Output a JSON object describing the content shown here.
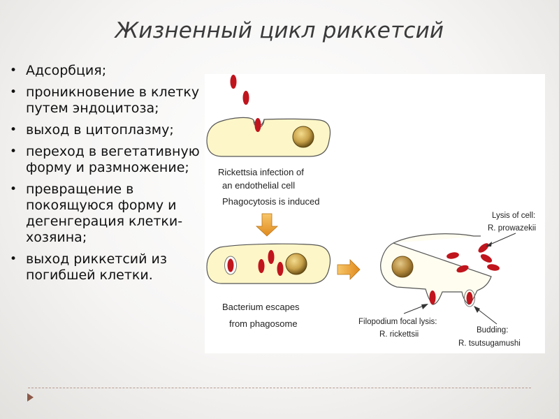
{
  "slide": {
    "title": "Жизненный цикл риккетсий",
    "bullets": [
      "Адсорбция;",
      " проникновение в клетку путем эндоцитоза;",
      " выход в цитоплазму;",
      "переход в вегетативную форму и размножение;",
      "превращение в покоящуюся форму и дегенгерация клетки-хозяина;",
      " выход риккетсий из погибшей клетки."
    ]
  },
  "figure": {
    "step1": {
      "line1": "Rickettsia infection of",
      "line2": "an endothelial cell",
      "line3": "Phagocytosis is induced"
    },
    "step2": {
      "line1": "Bacterium escapes",
      "line2": "from phagosome"
    },
    "lysis": {
      "line1": "Lysis of cell:",
      "line2": "R. prowazekii"
    },
    "filopodium": {
      "line1": "Filopodium focal lysis:",
      "line2": "R. rickettsii"
    },
    "budding": {
      "line1": "Budding:",
      "line2": "R. tsutsugamushi"
    },
    "colors": {
      "cell": "#fdf6c8",
      "bacterium": "#c0151d",
      "nucleus": "#c9a24a",
      "arrow": "#f0a030"
    }
  }
}
